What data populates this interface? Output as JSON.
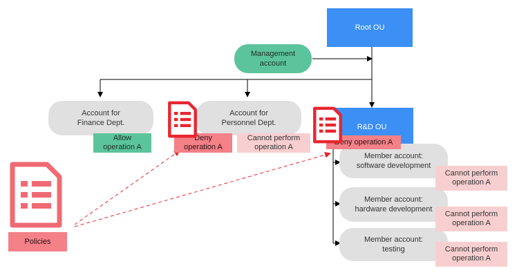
{
  "nodes": {
    "root_ou": "Root OU",
    "management_account": "Management\naccount",
    "finance_account": "Account for\nFinance Dept.",
    "personnel_account": "Account for\nPersonnel Dept.",
    "rd_ou": "R&D OU",
    "member_software": "Member account:\nsoftware development",
    "member_hardware": "Member account:\nhardware development",
    "member_testing": "Member account:\ntesting"
  },
  "policies": {
    "allow_finance": "Allow\noperation A",
    "deny_personnel": "Deny\noperation A",
    "cannot_personnel": "Cannot perform\noperation A",
    "deny_rd": "Deny operation A",
    "cannot_software": "Cannot perform\noperation A",
    "cannot_hardware": "Cannot perform\noperation A",
    "cannot_testing": "Cannot perform\noperation A",
    "legend_label": "Policies"
  },
  "colors": {
    "ou_blue": "#3b8ff5",
    "management_green": "#5cc49c",
    "account_gray": "#e0e0e0",
    "policy_red": "#f06a73",
    "cannot_pink": "#f8cfd0"
  },
  "icons": [
    "policy-document-icon"
  ]
}
